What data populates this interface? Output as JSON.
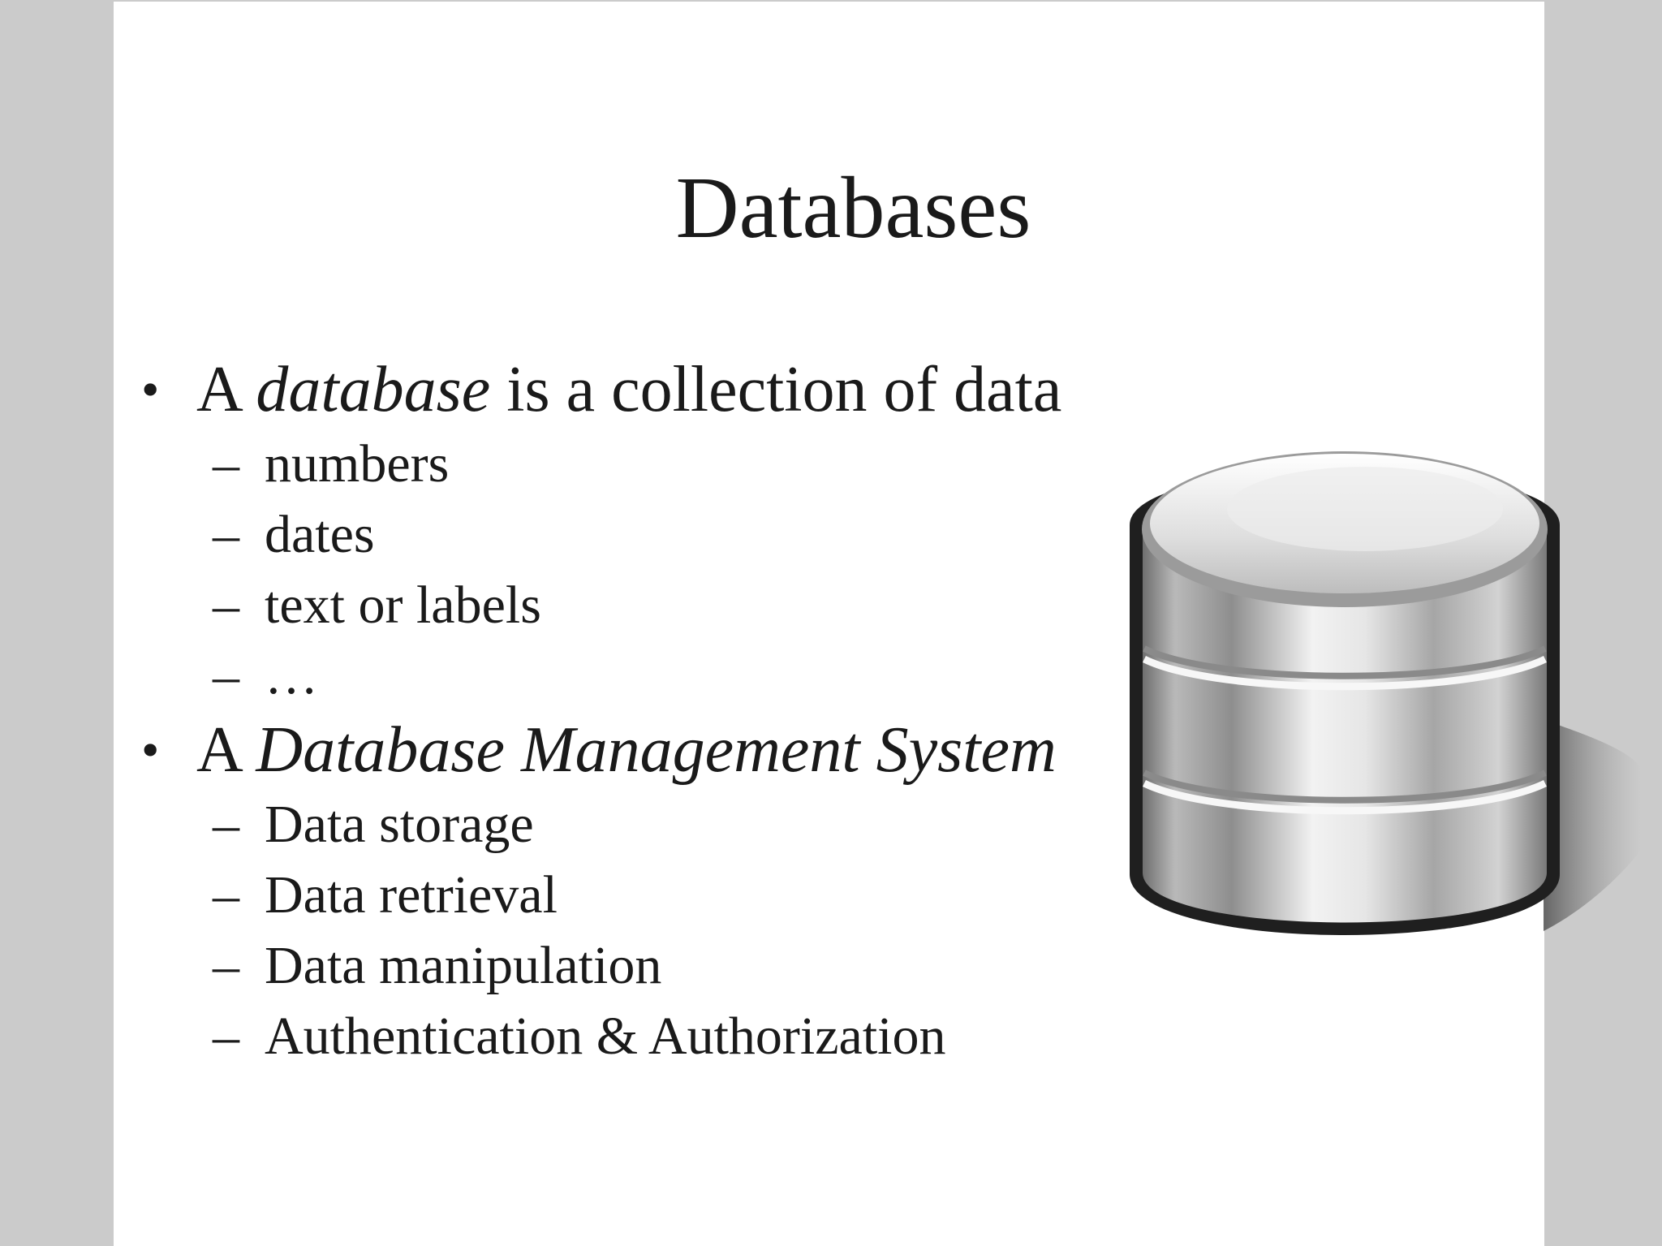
{
  "slide": {
    "title": "Databases",
    "bullet1": {
      "prefix": "A ",
      "emphasis": "database",
      "suffix": " is a collection of data",
      "items": [
        "numbers",
        "dates",
        "text or labels",
        "…"
      ]
    },
    "bullet2": {
      "prefix": "A ",
      "emphasis": "Database Management System",
      "items": [
        "Data storage",
        "Data retrieval",
        "Data manipulation",
        "Authentication & Authorization"
      ]
    },
    "bullet_glyph": "•",
    "dash_glyph": "–",
    "image_icon": "database-cylinder-icon"
  }
}
